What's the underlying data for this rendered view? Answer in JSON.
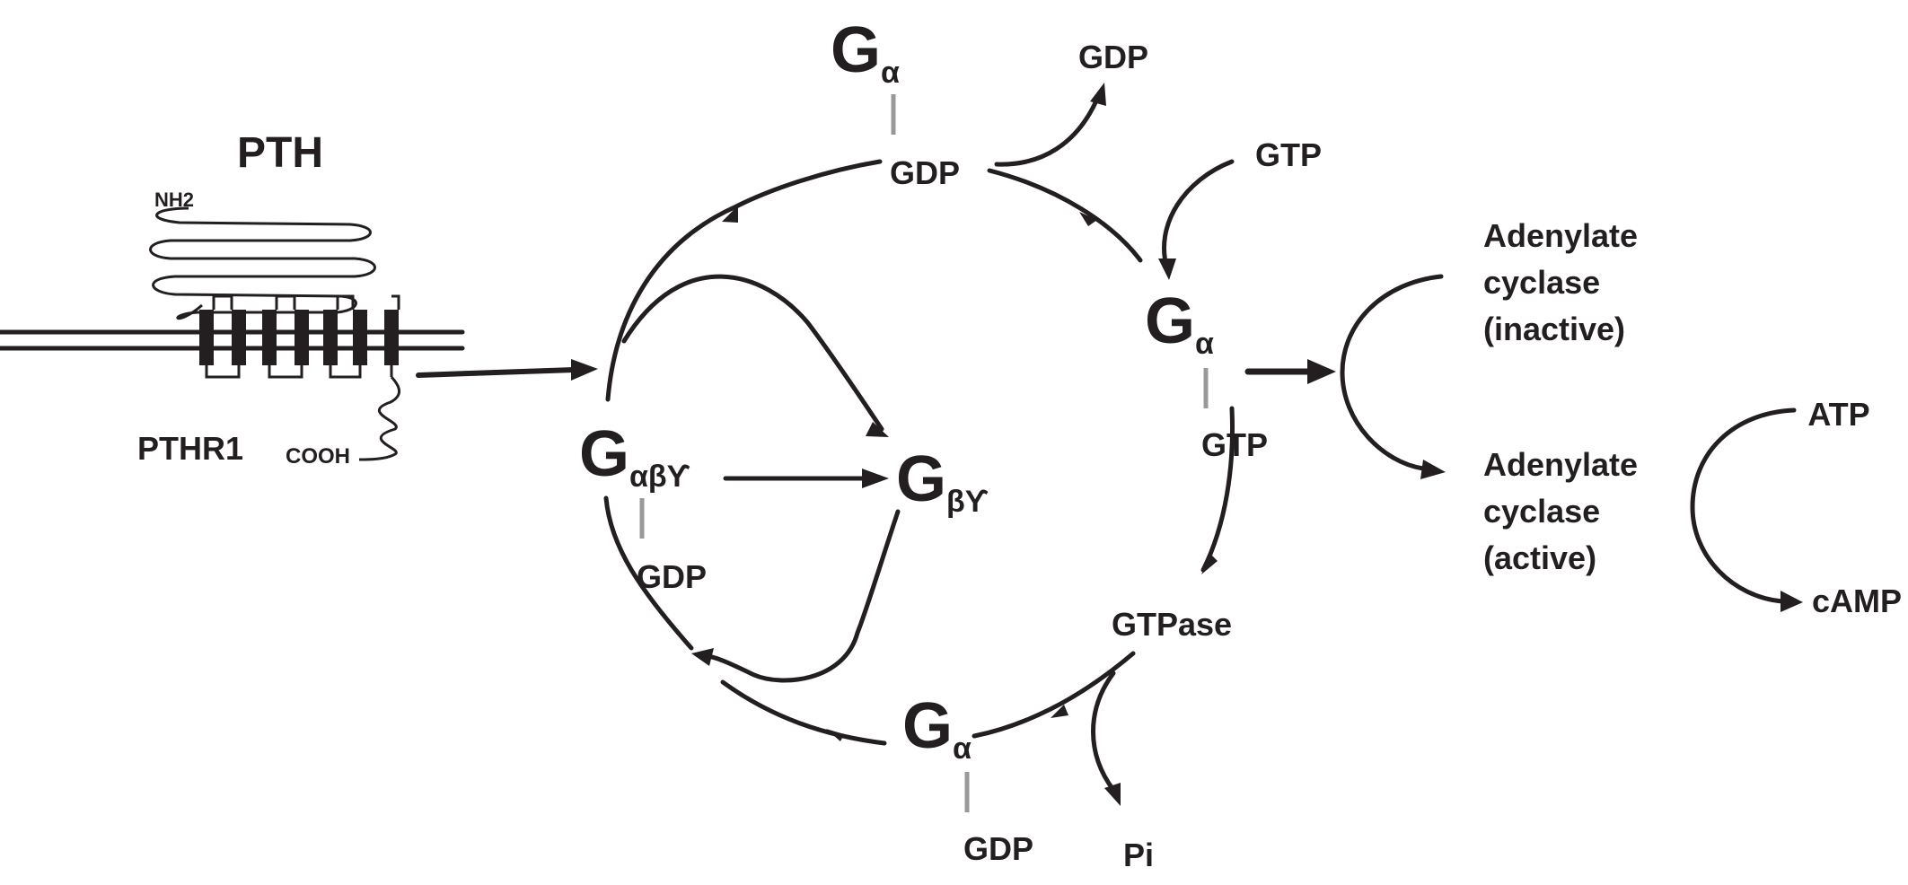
{
  "ligand": {
    "name": "PTH",
    "n_terminus": "NH2",
    "c_terminus": "COOH"
  },
  "receptor": {
    "name": "PTHR1"
  },
  "g_protein": {
    "heterotrimer": {
      "symbol": "G",
      "subscript": "αβϒ",
      "bound": "GDP"
    },
    "beta_gamma": {
      "symbol": "G",
      "subscript": "βϒ"
    },
    "alpha_gdp_top": {
      "symbol": "G",
      "subscript": "α",
      "bound": "GDP"
    },
    "alpha_gtp": {
      "symbol": "G",
      "subscript": "α",
      "bound": "GTP"
    },
    "alpha_gdp_bottom": {
      "symbol": "G",
      "subscript": "α",
      "bound": "GDP"
    }
  },
  "exchange": {
    "released": "GDP",
    "incoming": "GTP"
  },
  "hydrolysis": {
    "enzyme": "GTPase",
    "product": "Pi"
  },
  "effector": {
    "inactive": [
      "Adenylate",
      "cyclase",
      "(inactive)"
    ],
    "active": [
      "Adenylate",
      "cyclase",
      "(active)"
    ]
  },
  "reaction": {
    "substrate": "ATP",
    "product": "cAMP"
  }
}
